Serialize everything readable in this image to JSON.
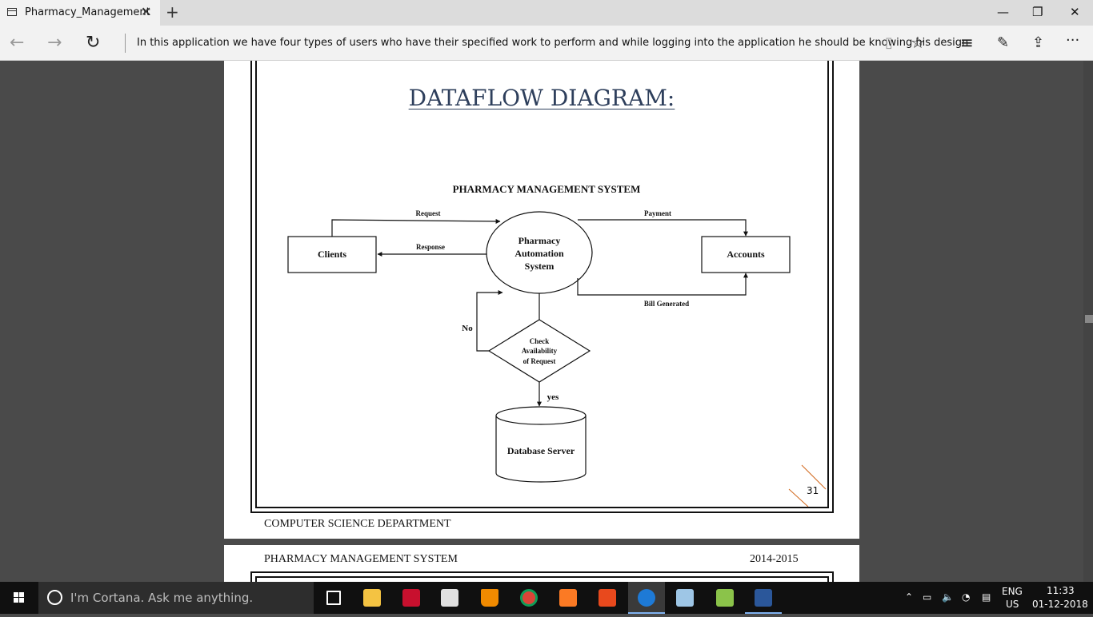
{
  "browser": {
    "tab_title": "Pharmacy_Management",
    "address_text": "In this application we have four types of users who have their specified work to perform and while logging into the application he should  be knowing his design"
  },
  "document": {
    "title": "DATAFLOW DIAGRAM:",
    "page_number": "31",
    "footer": "COMPUTER SCIENCE DEPARTMENT",
    "next_page_header_left": "PHARMACY MANAGEMENT SYSTEM",
    "next_page_header_right": "2014-2015"
  },
  "diagram": {
    "title": "PHARMACY MANAGEMENT SYSTEM",
    "nodes": {
      "clients": "Clients",
      "process_line1": "Pharmacy",
      "process_line2": "Automation",
      "process_line3": "System",
      "accounts": "Accounts",
      "decision_line1": "Check",
      "decision_line2": "Availability",
      "decision_line3": "of Request",
      "database": "Database Server"
    },
    "edges": {
      "request": "Request",
      "response": "Response",
      "payment": "Payment",
      "bill": "Bill Generated",
      "no": "No",
      "yes": "yes"
    }
  },
  "taskbar": {
    "cortana_placeholder": "I'm Cortana. Ask me anything.",
    "lang_top": "ENG",
    "lang_bottom": "US",
    "time": "11:33",
    "date": "01-12-2018"
  }
}
